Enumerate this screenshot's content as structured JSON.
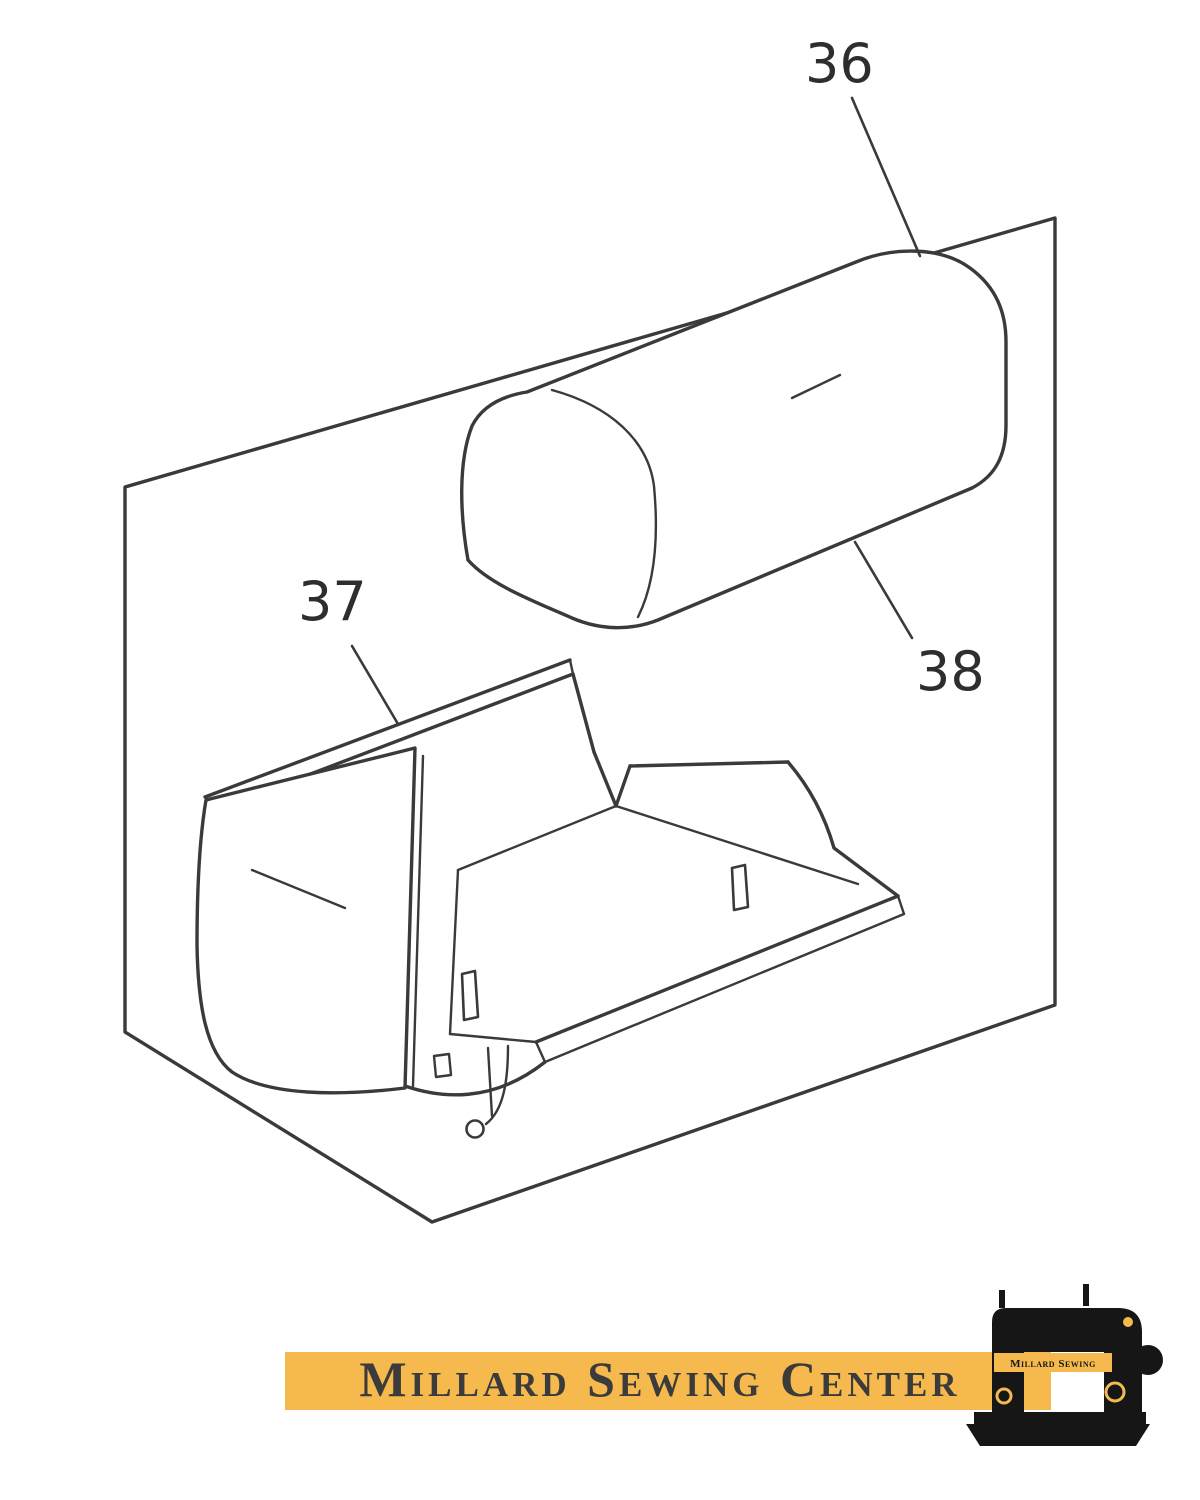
{
  "diagram": {
    "labels": {
      "l36": "36",
      "l37": "37",
      "l38": "38"
    }
  },
  "banner": {
    "title": "Millard Sewing Center",
    "logo_text": "Millard Sewing",
    "background": "#F5B94E",
    "text_color": "#3B3B3B"
  },
  "style": {
    "line_color": "#3A3A3A",
    "page_background": "#FFFFFF"
  }
}
